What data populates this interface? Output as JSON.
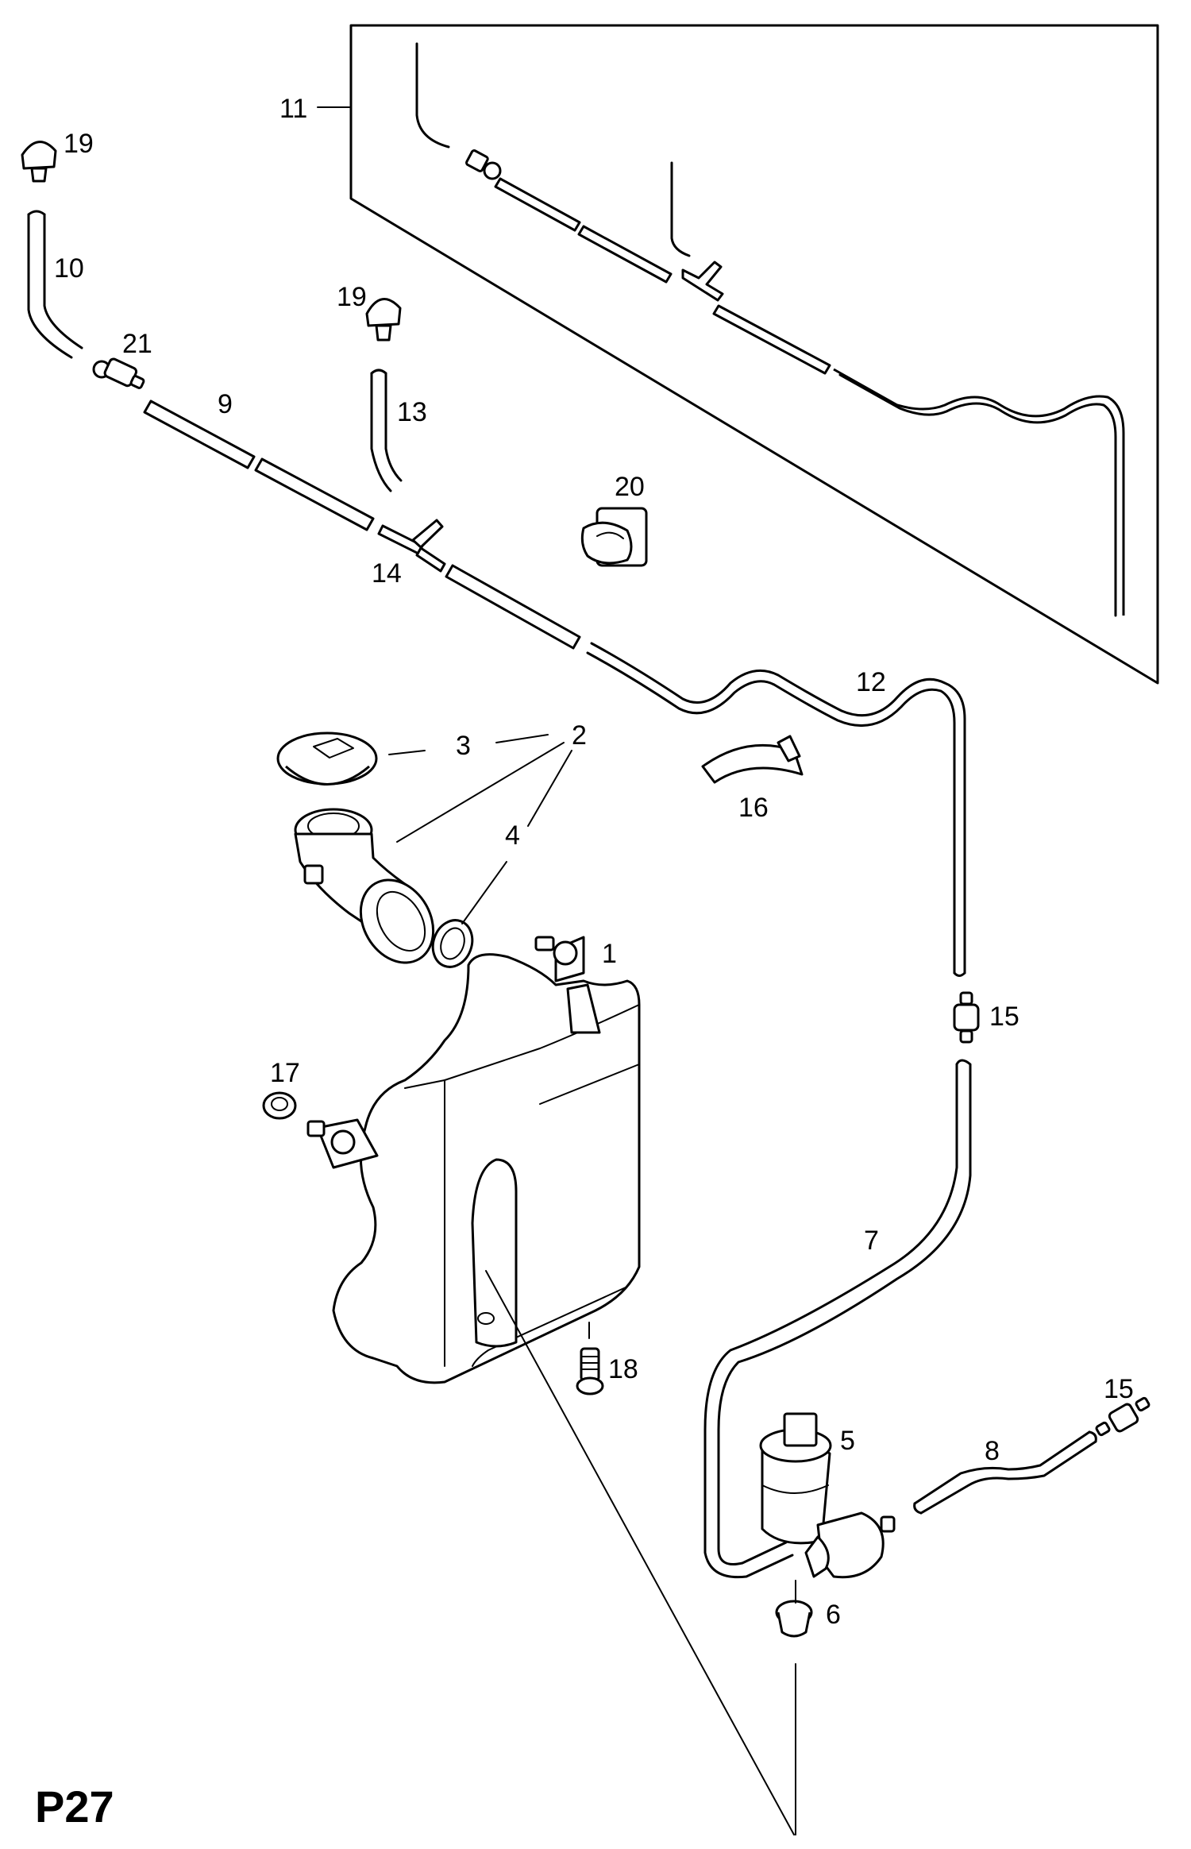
{
  "page_code": "P27",
  "callouts": {
    "c1": "1",
    "c2": "2",
    "c3": "3",
    "c4": "4",
    "c5": "5",
    "c6": "6",
    "c7": "7",
    "c8": "8",
    "c9": "9",
    "c10": "10",
    "c11": "11",
    "c12": "12",
    "c13": "13",
    "c14": "14",
    "c15a": "15",
    "c15b": "15",
    "c16": "16",
    "c17": "17",
    "c18": "18",
    "c19a": "19",
    "c19b": "19",
    "c20": "20",
    "c21": "21"
  }
}
